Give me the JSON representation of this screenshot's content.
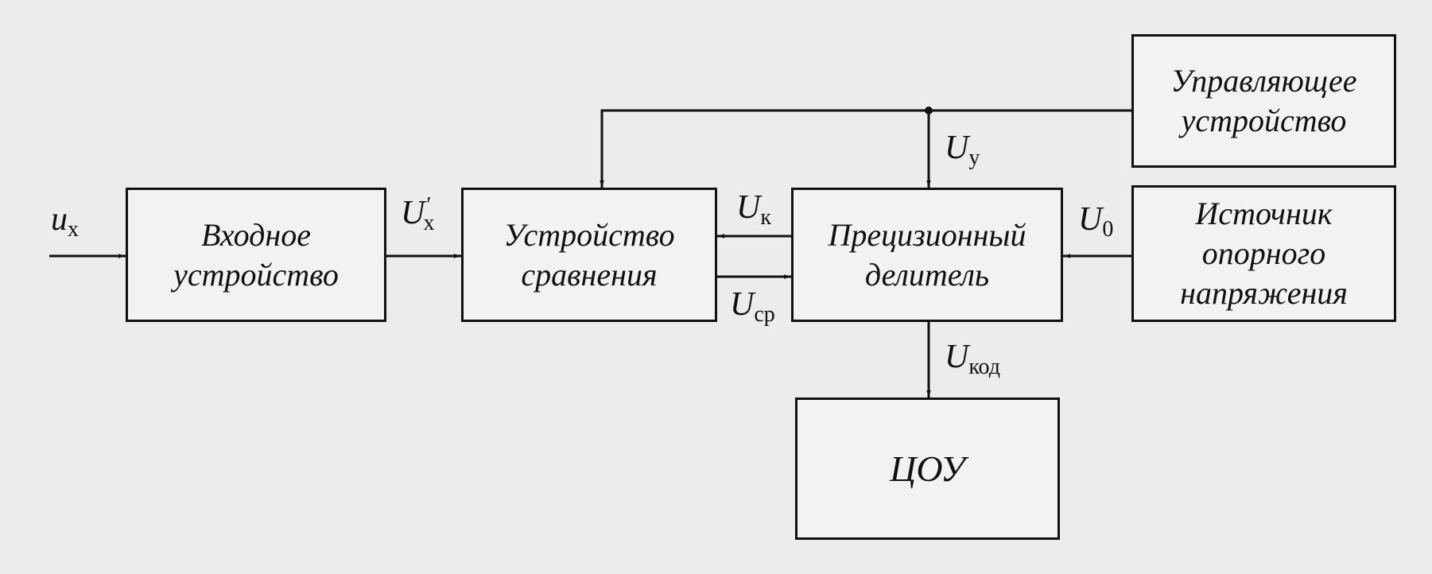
{
  "blocks": {
    "input_device": [
      "Входное",
      "устройство"
    ],
    "comparator": [
      "Устройство",
      "сравнения"
    ],
    "precision_divider": [
      "Прецизионный",
      "делитель"
    ],
    "control_unit": [
      "Управляющее",
      "устройство"
    ],
    "reference_source": [
      "Источник",
      "опорного",
      "напряжения"
    ],
    "digital_display": [
      "ЦОУ"
    ]
  },
  "signals": {
    "ux": {
      "main": "u",
      "sub": "x"
    },
    "ux_prime": {
      "main": "U",
      "sub": "x",
      "sup": "′"
    },
    "uk": {
      "main": "U",
      "sub": "к"
    },
    "ucp": {
      "main": "U",
      "sub": "ср"
    },
    "uy": {
      "main": "U",
      "sub": "у"
    },
    "u0": {
      "main": "U",
      "sub": "0"
    },
    "ukod": {
      "main": "U",
      "sub": "код"
    }
  }
}
